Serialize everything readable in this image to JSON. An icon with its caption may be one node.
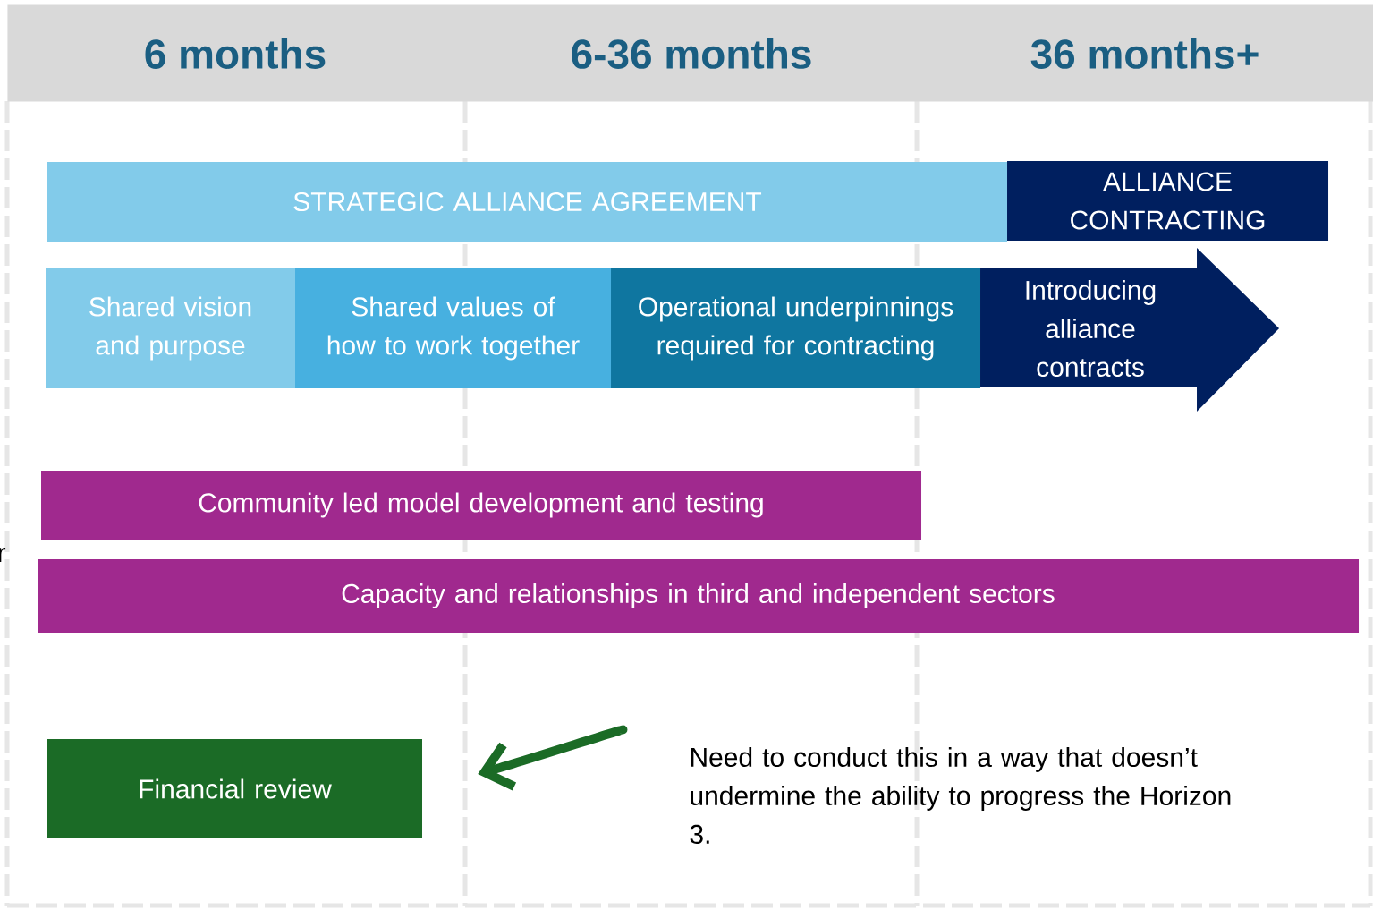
{
  "diagram": {
    "nodes": [
      {
        "text": [
          "6 months",
          "6-36 months",
          "36 months+"
        ]
      },
      {
        "text": [
          "STRATEGIC ALLIANCE AGREEMENT"
        ]
      },
      {
        "text": [
          "ALLIANCE CONTRACTING"
        ]
      },
      {
        "text": [
          "Shared vision and purpose"
        ]
      },
      {
        "text": [
          "Shared values of how to work together"
        ]
      },
      {
        "text": [
          "Operational underpinnings required for contracting"
        ]
      },
      {
        "text": [
          "Introducing alliance contracts"
        ]
      },
      {
        "text": [
          "Community led model development and testing"
        ]
      },
      {
        "text": [
          "Capacity and relationships in third and independent sectors"
        ]
      },
      {
        "text": [
          "Financial review"
        ]
      },
      {
        "text": [
          "Need to conduct this in a way that doesn’t undermine the ability to progress the Horizon 3."
        ]
      }
    ],
    "edges": [
      {
        "from": 10,
        "to": 9,
        "arrow": "to"
      }
    ],
    "labels": [
      "r"
    ]
  }
}
